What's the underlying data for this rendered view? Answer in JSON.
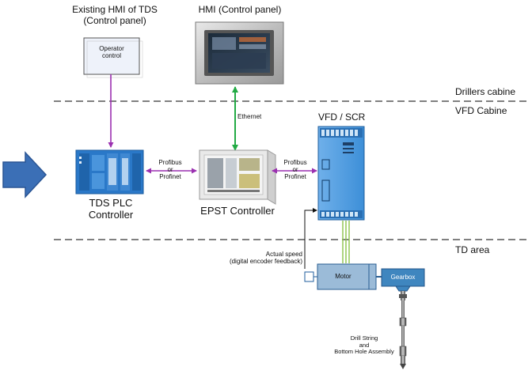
{
  "zones": {
    "drillers_cabine": "Drillers cabine",
    "vfd_cabine": "VFD Cabine",
    "td_area": "TD area"
  },
  "existing_hmi": {
    "title_line1": "Existing HMI of TDS",
    "title_line2": "(Control panel)",
    "box_line1": "Operator",
    "box_line2": "control"
  },
  "hmi": {
    "title": "HMI (Control panel)"
  },
  "links": {
    "ethernet": "Ethernet",
    "profibus_left": [
      "Profibus",
      "or",
      "Profinet"
    ],
    "profibus_right": [
      "Profibus",
      "or",
      "Profinet"
    ]
  },
  "tds_plc": {
    "line1": "TDS PLC",
    "line2": "Controller"
  },
  "epst": {
    "label": "EPST Controller"
  },
  "vfd": {
    "title": "VFD / SCR"
  },
  "feedback": {
    "line1": "Actual speed",
    "line2": "(digital encoder feedback)"
  },
  "motor": {
    "label": "Motor"
  },
  "gearbox": {
    "label": "Gearbox"
  },
  "drill": {
    "line1": "Drill String",
    "line2": "and",
    "line3": "Bottom Hole Assembly"
  },
  "colors": {
    "purple": "#9b30b0",
    "green": "#22aa44",
    "blue_device": "#2a78c8",
    "arrow_blue": "#3b6fb6",
    "motor_fill": "#9bbbd8",
    "gearbox_fill": "#3f86bf",
    "dash": "#808080"
  }
}
